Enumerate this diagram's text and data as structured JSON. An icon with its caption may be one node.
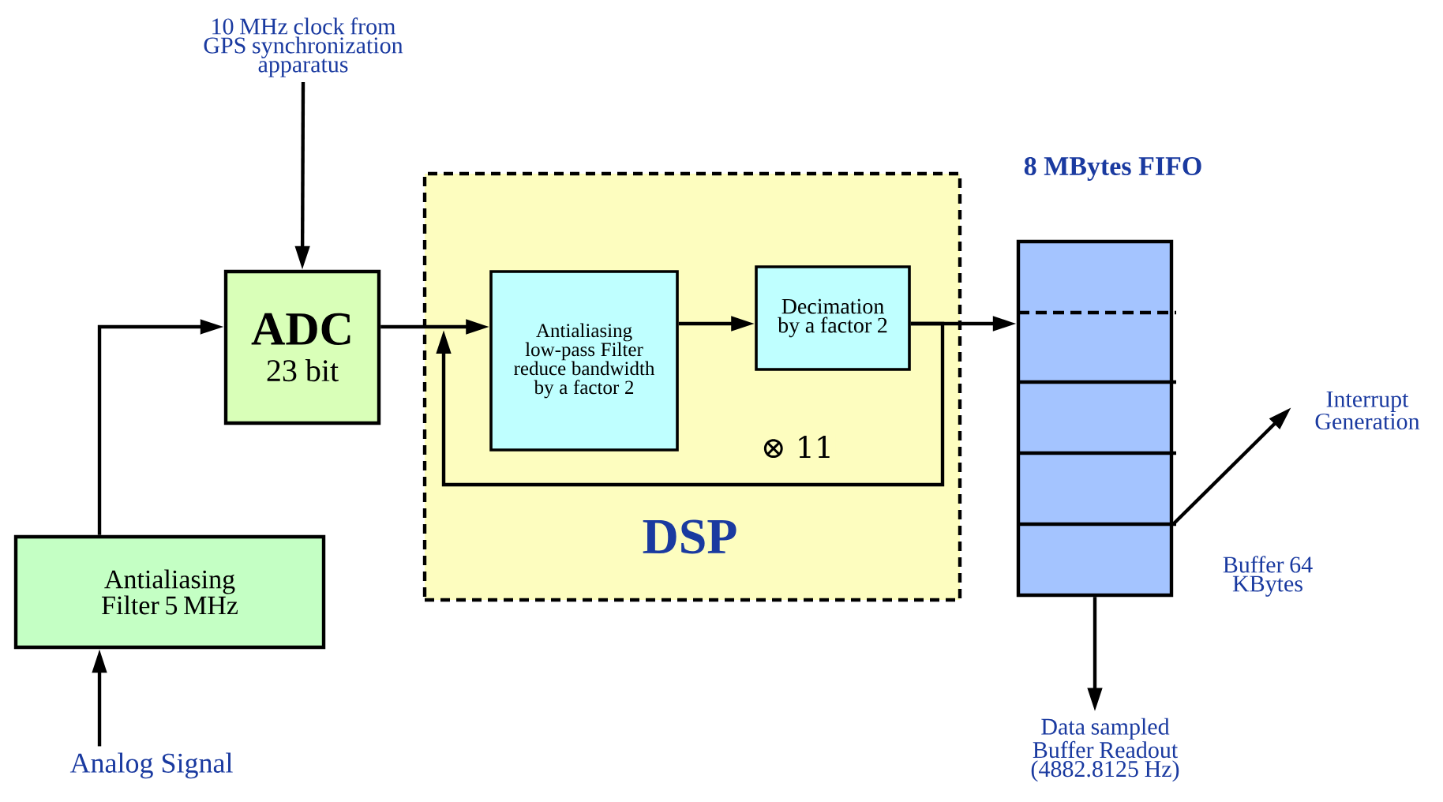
{
  "diagram": {
    "nodes": [
      {
        "text": [
          "10 MHz clock from GPS synchronization apparatus"
        ]
      },
      {
        "text": [
          "ADC",
          "23 bit"
        ]
      },
      {
        "text": [
          "Antialiasing Filter 5 MHz"
        ]
      },
      {
        "text": [
          "Analog Signal"
        ]
      },
      {
        "text": [
          "DSP"
        ]
      },
      {
        "text": [
          "Antialiasing low-pass Filter reduce bandwidth by a factor 2"
        ],
        "in": 4
      },
      {
        "text": [
          "Decimation by a factor 2"
        ],
        "in": 4
      },
      {
        "text": [
          "8 MBytes FIFO"
        ],
        "beside": [
          "Buffer 64 KBytes"
        ]
      },
      {
        "text": [
          "Interrupt Generation"
        ]
      },
      {
        "text": [
          "Data sampled Buffer Readout (4882.8125 Hz)"
        ]
      }
    ],
    "edges": [
      {
        "from": 0,
        "to": 1,
        "arrow": "to"
      },
      {
        "from": 3,
        "to": 2,
        "arrow": "to"
      },
      {
        "from": 2,
        "to": 1,
        "arrow": "to"
      },
      {
        "from": 1,
        "to": 5,
        "arrow": "to"
      },
      {
        "from": 5,
        "to": 6,
        "arrow": "to"
      },
      {
        "from": 6,
        "to": 7,
        "arrow": "to"
      },
      {
        "from": 6,
        "to": 5,
        "arrow": "to",
        "label": "⊗ 11"
      },
      {
        "from": 7,
        "to": 8,
        "arrow": "to"
      },
      {
        "from": 7,
        "to": 9,
        "arrow": "to"
      }
    ]
  }
}
